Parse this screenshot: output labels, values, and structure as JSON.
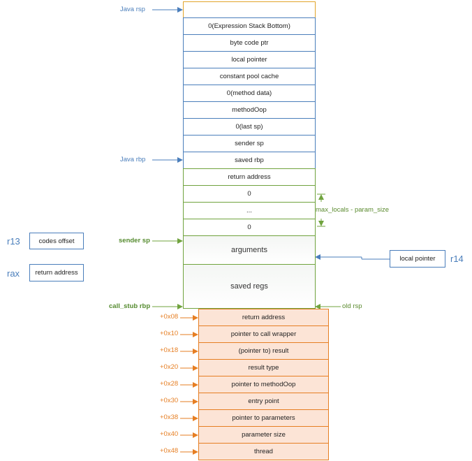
{
  "pointers": {
    "java_rsp": "Java rsp",
    "java_rbp": "Java rbp",
    "sender_sp": "sender sp",
    "call_stub_rbp": "call_stub rbp",
    "old_rsp": "old rsp"
  },
  "frame_blue": [
    "",
    "0(Expression Stack Bottom)",
    "byte code ptr",
    "local pointer",
    "constant pool cache",
    "0(method data)",
    "methodOop",
    "0(last sp)",
    "sender sp",
    "saved rbp"
  ],
  "frame_green": {
    "return_address": "return address",
    "locals": [
      "0",
      "...",
      "0"
    ],
    "locals_note": "max_locals - param_size",
    "arguments": "arguments",
    "saved_regs": "saved regs"
  },
  "call_stub": {
    "offsets": [
      "+0x08",
      "+0x10",
      "+0x18",
      "+0x20",
      "+0x28",
      "+0x30",
      "+0x38",
      "+0x40",
      "+0x48"
    ],
    "entries": [
      "return address",
      "pointer to call wrapper",
      "(pointer to) result",
      "result type",
      "pointer to methodOop",
      "entry point",
      "pointer to parameters",
      "parameter size",
      "thread"
    ]
  },
  "registers": {
    "r13": {
      "name": "r13",
      "box": "codes offset"
    },
    "rax": {
      "name": "rax",
      "box": "return address"
    },
    "r14": {
      "name": "r14",
      "box": "local pointer"
    }
  },
  "colors": {
    "blue": "#4a7ebb",
    "green": "#70a33e",
    "orange": "#e67e22",
    "orange_fill": "#fce4d6",
    "gold": "#e2a52a"
  }
}
